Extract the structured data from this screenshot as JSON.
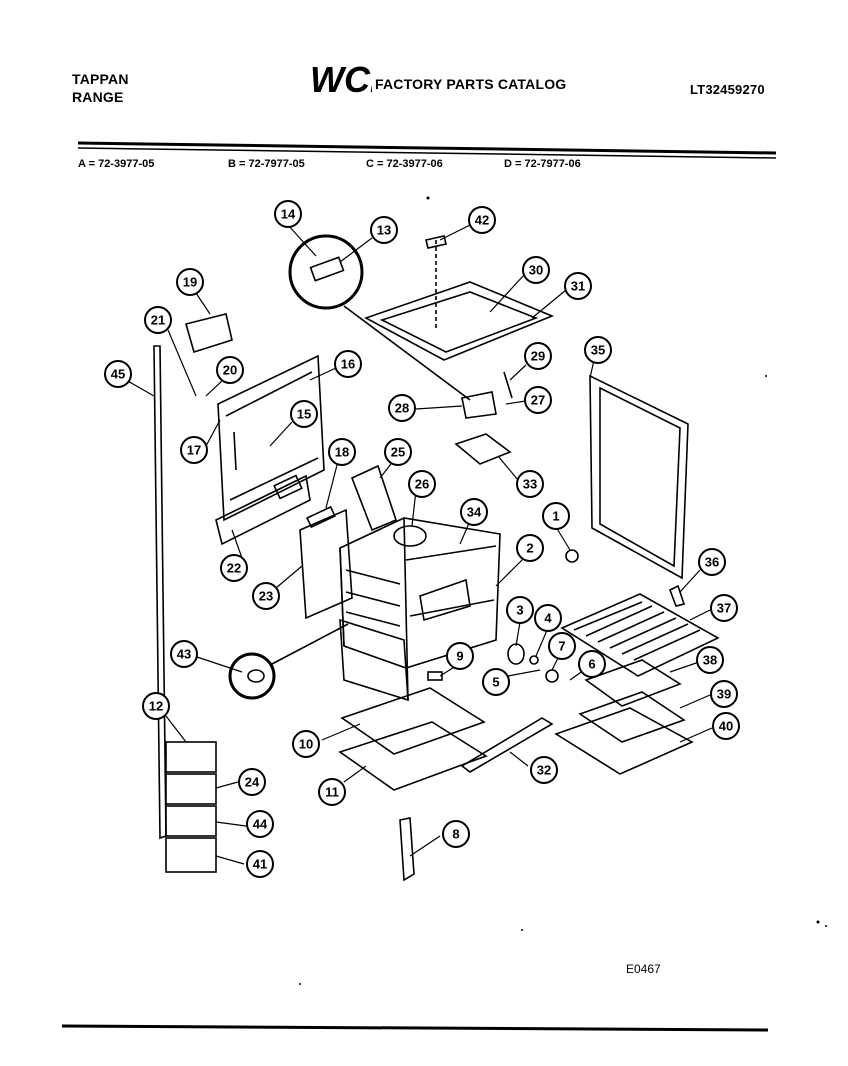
{
  "header": {
    "brand": "TAPPAN",
    "product": "RANGE",
    "logo": "WCI",
    "catalog_title": "FACTORY PARTS CATALOG",
    "model_number": "LT32459270"
  },
  "variants": [
    "A = 72-3977-05",
    "B = 72-7977-05",
    "C = 72-3977-06",
    "D = 72-7977-06"
  ],
  "callouts": [
    "1",
    "2",
    "3",
    "4",
    "5",
    "6",
    "7",
    "8",
    "9",
    "10",
    "11",
    "12",
    "13",
    "14",
    "15",
    "16",
    "17",
    "18",
    "19",
    "20",
    "21",
    "22",
    "23",
    "24",
    "25",
    "26",
    "27",
    "28",
    "29",
    "30",
    "31",
    "32",
    "33",
    "34",
    "35",
    "36",
    "37",
    "38",
    "39",
    "40",
    "41",
    "42",
    "43",
    "44",
    "45"
  ],
  "footer": {
    "drawing_code": "E0467"
  },
  "colors": {
    "ink": "#000000",
    "paper": "#ffffff"
  }
}
